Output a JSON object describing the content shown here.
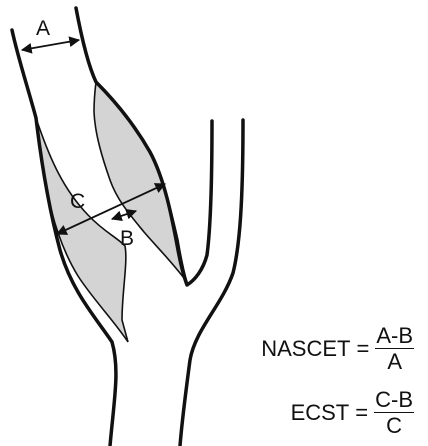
{
  "labels": {
    "a": "A",
    "b": "B",
    "c": "C"
  },
  "formulas": {
    "nascet": {
      "name": "NASCET",
      "equals": "=",
      "numerator": "A-B",
      "denominator": "A"
    },
    "ecst": {
      "name": "ECST",
      "equals": "=",
      "numerator": "C-B",
      "denominator": "C"
    }
  },
  "colors": {
    "plaque": "#d4d4d4",
    "stroke": "#111111"
  }
}
